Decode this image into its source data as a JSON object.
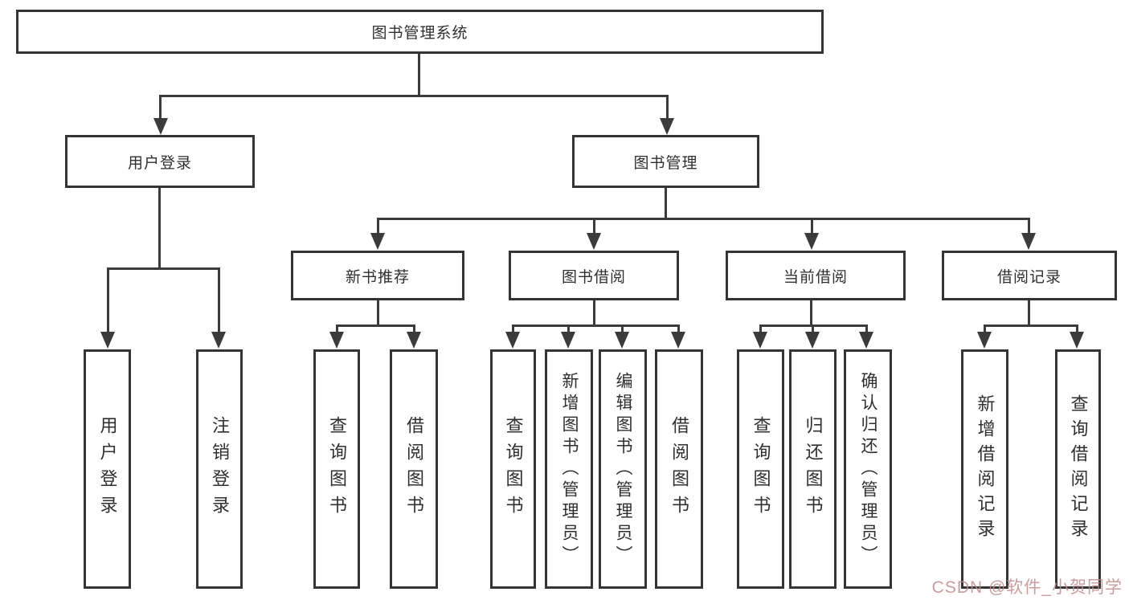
{
  "tree": {
    "label": "图书管理系统",
    "children": [
      {
        "label": "用户登录",
        "children": [
          {
            "label": "用户登录"
          },
          {
            "label": "注销登录"
          }
        ]
      },
      {
        "label": "图书管理",
        "children": [
          {
            "label": "新书推荐",
            "children": [
              {
                "label": "查询图书"
              },
              {
                "label": "借阅图书"
              }
            ]
          },
          {
            "label": "图书借阅",
            "children": [
              {
                "label": "查询图书"
              },
              {
                "label": "新增图书（管理员）"
              },
              {
                "label": "编辑图书（管理员）"
              },
              {
                "label": "借阅图书"
              }
            ]
          },
          {
            "label": "当前借阅",
            "children": [
              {
                "label": "查询图书"
              },
              {
                "label": "归还图书"
              },
              {
                "label": "确认归还（管理员）"
              }
            ]
          },
          {
            "label": "借阅记录",
            "children": [
              {
                "label": "新增借阅记录"
              },
              {
                "label": "查询借阅记录"
              }
            ]
          }
        ]
      }
    ]
  },
  "watermark": {
    "text": "CSDN @软件_小贺同学"
  },
  "colors": {
    "line": "#3b3b3b",
    "border": "#343434",
    "text": "#2f2f2f",
    "watermark": "#c18b8b",
    "background": "#ffffff"
  }
}
